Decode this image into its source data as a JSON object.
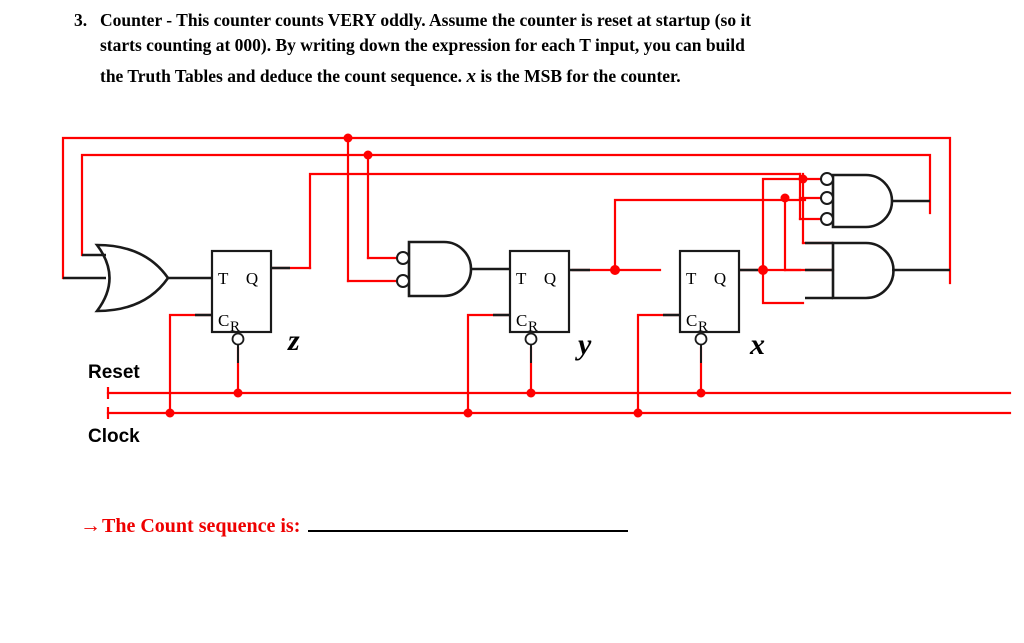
{
  "question": {
    "number": "3.",
    "line1": "Counter - This counter counts VERY oddly.  Assume the counter is reset at startup (so it",
    "line2": "starts counting at 000).  By writing down the expression for each T input, you can build",
    "line3_part1": "the Truth Tables and deduce the count sequence. ",
    "line3_var": "x",
    "line3_part2": " is the MSB for the counter."
  },
  "circuit": {
    "wire_color": "#ff0000",
    "gate_color": "#1a1a1a",
    "flipflops": [
      {
        "id": "ff-z",
        "state_label": "z",
        "pin_t": "T",
        "pin_q": "Q",
        "pin_c": "C",
        "pin_r": "R"
      },
      {
        "id": "ff-y",
        "state_label": "y",
        "pin_t": "T",
        "pin_q": "Q",
        "pin_c": "C",
        "pin_r": "R"
      },
      {
        "id": "ff-x",
        "state_label": "x",
        "pin_t": "T",
        "pin_q": "Q",
        "pin_c": "C",
        "pin_r": "R"
      }
    ],
    "gates": [
      {
        "id": "or-gate-1",
        "type": "OR",
        "inputs": 2,
        "inverted_inputs": false
      },
      {
        "id": "and-gate-1",
        "type": "AND",
        "inputs": 2,
        "inverted_inputs": true
      },
      {
        "id": "and-gate-2",
        "type": "AND",
        "inputs": 3,
        "inverted_inputs": true
      },
      {
        "id": "and-gate-3",
        "type": "AND",
        "inputs": 3,
        "inverted_inputs": false
      }
    ],
    "inputs": {
      "reset_label": "Reset",
      "clock_label": "Clock"
    }
  },
  "answer": {
    "arrow": "→",
    "prompt": "The Count sequence is:",
    "blank_value": "",
    "color": "#ee0000"
  }
}
